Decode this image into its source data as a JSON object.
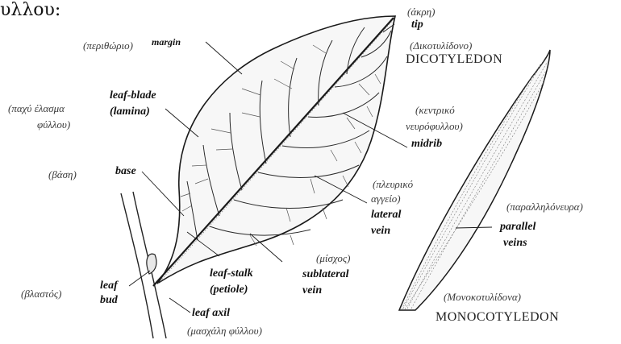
{
  "header": {
    "title_fragment": "υλλου:"
  },
  "labels": {
    "tip_gr": "(άκρη)",
    "tip_en": "tip",
    "dicot_gr": "(Δικοτυλίδονο)",
    "dicot_en": "DICOTYLEDON",
    "margin_gr": "(περιθώριο)",
    "margin_en": "margin",
    "leafblade_en": "leaf-blade",
    "lamina_en": "(lamina)",
    "thick_gr_1": "(παχύ έλασμα",
    "thick_gr_2": "φύλλου)",
    "midrib_gr_1": "(κεντρικό",
    "midrib_gr_2": "νευρόφυλλου)",
    "midrib_en": "midrib",
    "base_gr": "(βάση)",
    "base_en": "base",
    "lateral_gr_1": "(πλευρικό",
    "lateral_gr_2": "αγγείο)",
    "lateral_en_1": "lateral",
    "lateral_en_2": "vein",
    "parallel_gr": "(παραλληλόνευρα)",
    "parallel_en_1": "parallel",
    "parallel_en_2": "veins",
    "sublateral_gr": "(μίσχος)",
    "sublateral_en_1": "sublateral",
    "sublateral_en_2": "vein",
    "leafstalk_en_1": "leaf-stalk",
    "leafstalk_en_2": "(petiole)",
    "stem_gr": "(βλαστός)",
    "leafbud_en_1": "leaf",
    "leafbud_en_2": "bud",
    "leafaxil_en": "leaf axil",
    "leafaxil_gr": "(μασχάλη φύλλου)",
    "monocot_gr": "(Μονοκοτυλίδονα)",
    "monocot_en": "MONOCOTYLEDON"
  }
}
